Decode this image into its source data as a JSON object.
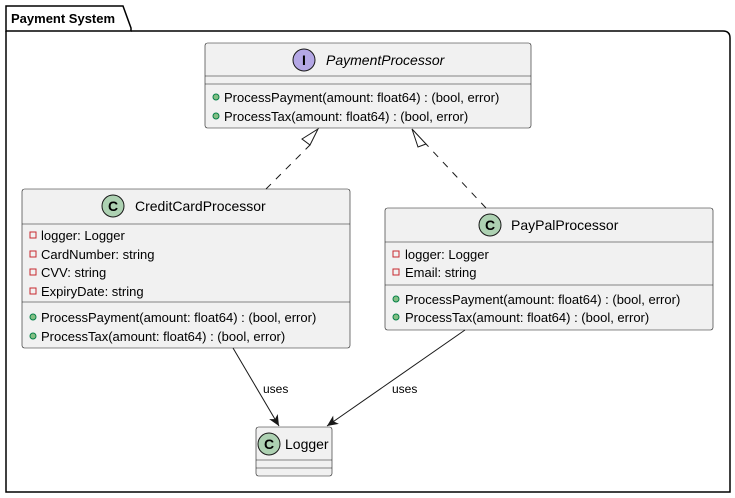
{
  "package": {
    "title": "Payment System"
  },
  "classes": {
    "payment_processor": {
      "stereotype_letter": "I",
      "stereotype_color": "#b4a7e5",
      "name": "PaymentProcessor",
      "methods": [
        "ProcessPayment(amount: float64) : (bool, error)",
        "ProcessTax(amount: float64) : (bool, error)"
      ]
    },
    "credit_card_processor": {
      "stereotype_letter": "C",
      "stereotype_color": "#add1b2",
      "name": "CreditCardProcessor",
      "fields": [
        "logger: Logger",
        "CardNumber: string",
        "CVV: string",
        "ExpiryDate: string"
      ],
      "methods": [
        "ProcessPayment(amount: float64) : (bool, error)",
        "ProcessTax(amount: float64) : (bool, error)"
      ]
    },
    "paypal_processor": {
      "stereotype_letter": "C",
      "stereotype_color": "#add1b2",
      "name": "PayPalProcessor",
      "fields": [
        "logger: Logger",
        "Email: string"
      ],
      "methods": [
        "ProcessPayment(amount: float64) : (bool, error)",
        "ProcessTax(amount: float64) : (bool, error)"
      ]
    },
    "logger": {
      "stereotype_letter": "C",
      "stereotype_color": "#add1b2",
      "name": "Logger"
    }
  },
  "relations": {
    "credit_uses_label": "uses",
    "paypal_uses_label": "uses"
  },
  "colors": {
    "private_marker": "#c82930",
    "public_marker": "#84be84",
    "box_fill": "#f1f1f1"
  }
}
